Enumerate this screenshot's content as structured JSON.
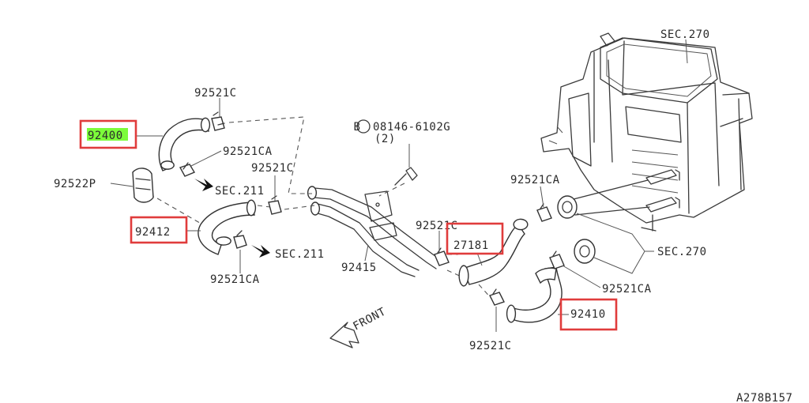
{
  "labels": {
    "sec270_top": "SEC.270",
    "p92521c_top": "92521C",
    "p92400": "92400",
    "p92521ca_upper": "92521CA",
    "p92522p": "92522P",
    "sec211_upper": "SEC.211",
    "p92521c_mid": "92521C",
    "bolt_code": "08146-6102G",
    "bolt_qty": "(2)",
    "bolt_letter": "B",
    "p92521ca_right": "92521CA",
    "p92412": "92412",
    "p92521c_center": "92521C",
    "p27181": "27181",
    "sec211_lower": "SEC.211",
    "p92415": "92415",
    "p92521ca_lower": "92521CA",
    "sec270_right": "SEC.270",
    "p92521ca_bottomright": "92521CA",
    "p92410": "92410",
    "front": "FRONT",
    "p92521c_bottom": "92521C",
    "diagram_id": "A278B157"
  },
  "colors": {
    "highlight_box": "#e03c3c",
    "part_highlight": "#7cfc3a",
    "line": "#3a3a3a"
  }
}
